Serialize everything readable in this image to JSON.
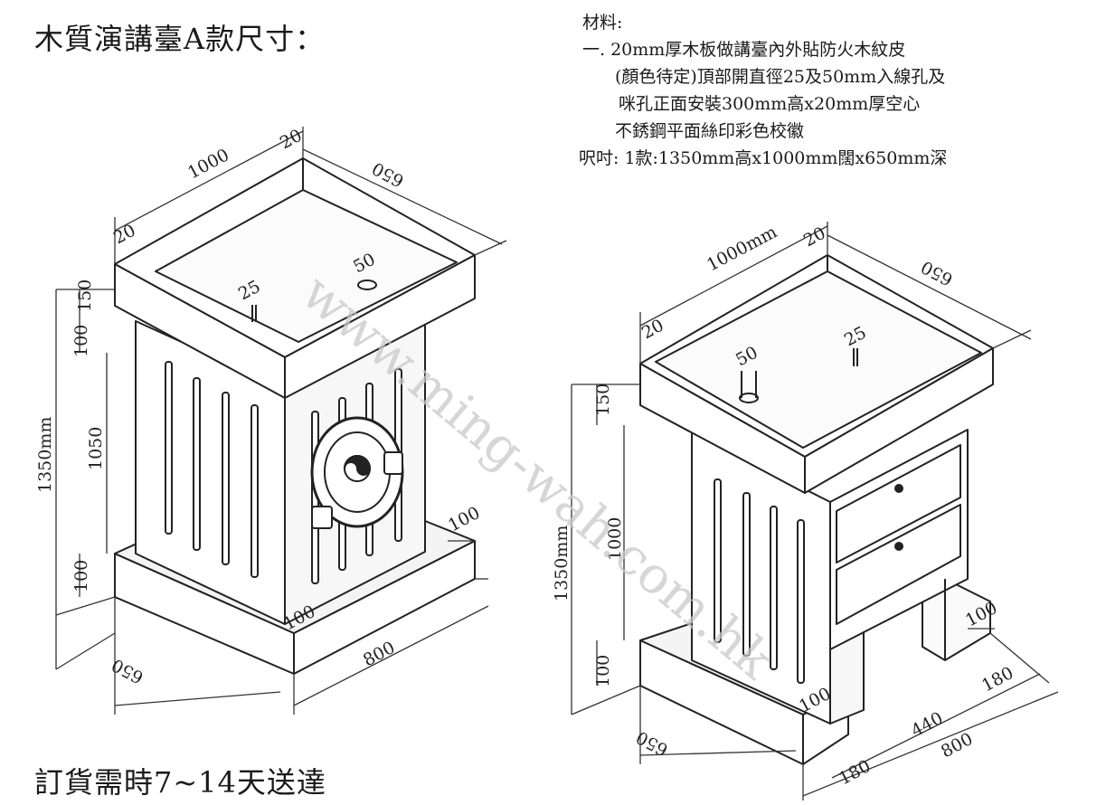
{
  "title": "木質演講臺A款尺寸：",
  "footer": "訂貨需時7~14天送達",
  "materials": {
    "heading": "材料:",
    "lines": [
      "一. 20mm厚木板做講臺內外貼防火木紋皮",
      "(顏色待定)頂部開直徑25及50mm入線孔及",
      "咪孔正面安裝300mm高x20mm厚空心",
      "不銹鋼平面絲印彩色校徽"
    ],
    "size": "呎吋: 1款:1350mm高x1000mm闊x650mm深"
  },
  "watermark": "www.ming-wah.com.hk",
  "left_dims": {
    "width": "1000",
    "top_lip": "20",
    "depth": "650",
    "lip_left": "20",
    "hole_50": "50",
    "hole_25": "25",
    "h150": "150",
    "h100_top": "100",
    "h1350": "1350mm",
    "h1050": "1050",
    "h100_base": "100",
    "base_right": "100",
    "base_front": "100",
    "base_depth": "650",
    "base_width": "800"
  },
  "right_dims": {
    "width": "1000mm",
    "top_lip": "20",
    "depth": "650",
    "lip_left": "20",
    "hole_50": "50",
    "hole_25": "25",
    "h150": "150",
    "h1350": "1350mm",
    "h1000": "1000",
    "h100_base": "100",
    "base_right": "100",
    "base_front": "100",
    "base_depth": "650",
    "w180_left": "180",
    "w440": "440",
    "w800": "800",
    "w180_right": "180"
  }
}
